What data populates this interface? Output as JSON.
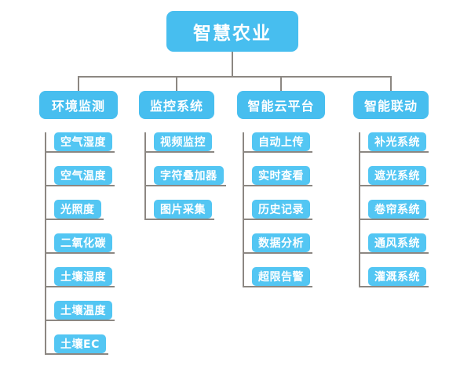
{
  "tree": {
    "root": "智慧农业",
    "branches": [
      {
        "label": "环境监测",
        "children": [
          "空气湿度",
          "空气温度",
          "光照度",
          "二氧化碳",
          "土壤湿度",
          "土壤温度",
          "土壤EC"
        ]
      },
      {
        "label": "监控系统",
        "children": [
          "视频监控",
          "字符叠加器",
          "图片采集"
        ]
      },
      {
        "label": "智能云平台",
        "children": [
          "自动上传",
          "实时查看",
          "历史记录",
          "数据分析",
          "超限告警"
        ]
      },
      {
        "label": "智能联动",
        "children": [
          "补光系统",
          "遮光系统",
          "卷帘系统",
          "通风系统",
          "灌溉系统"
        ]
      }
    ]
  },
  "colors": {
    "node_fill": "#47beef",
    "child_node_fill": "#53c6f3",
    "connector_line": "#8c8782",
    "node_text": "#ffffff",
    "background": "#ffffff"
  }
}
